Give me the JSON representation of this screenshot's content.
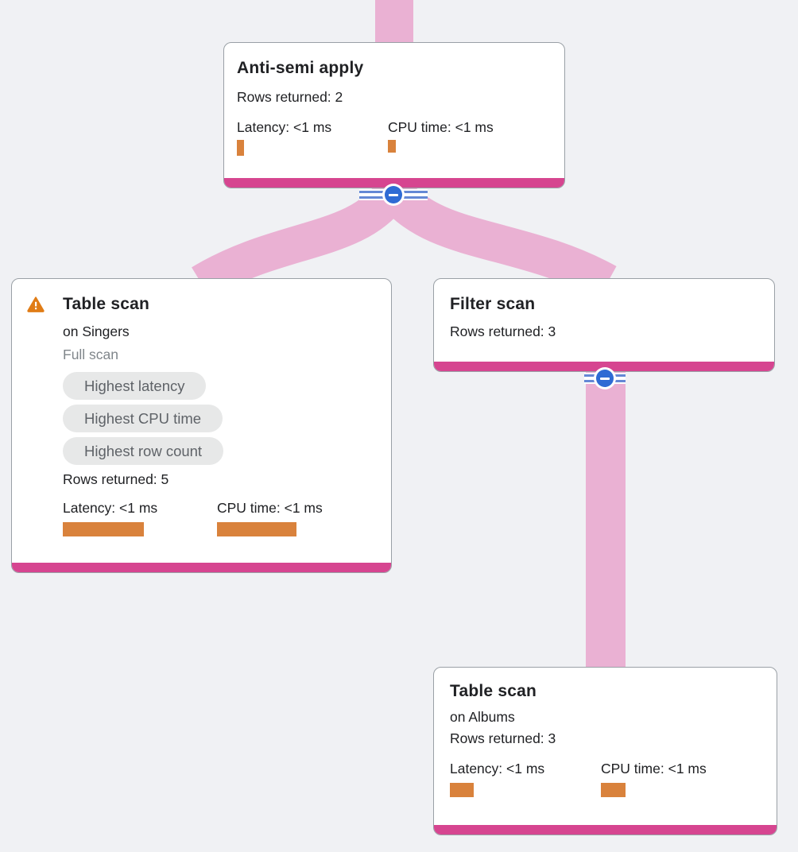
{
  "colors": {
    "background": "#f0f1f4",
    "card_border": "#9aa0a6",
    "edge_pink": "#eab1d3",
    "accent_magenta": "#d64590",
    "bar_orange": "#d9823c",
    "warning_orange": "#e07c16",
    "button_blue": "#2e6bd4",
    "chip_bg": "#e7e8e8",
    "chip_text": "#5f6368",
    "text_primary": "#202124",
    "text_muted": "#80868b"
  },
  "nodes": [
    {
      "title": "Anti-semi apply",
      "rows_label": "Rows returned: 2",
      "latency_label": "Latency: <1 ms",
      "cpu_label": "CPU time: <1 ms"
    },
    {
      "title": "Table scan",
      "subtitle": "on Singers",
      "scan_type": "Full scan",
      "chips": [
        "Highest latency",
        "Highest CPU time",
        "Highest row count"
      ],
      "rows_label": "Rows returned: 5",
      "latency_label": "Latency: <1 ms",
      "cpu_label": "CPU time: <1 ms"
    },
    {
      "title": "Filter scan",
      "rows_label": "Rows returned: 3"
    },
    {
      "title": "Table scan",
      "subtitle": "on Albums",
      "rows_label": "Rows returned: 3",
      "latency_label": "Latency: <1 ms",
      "cpu_label": "CPU time: <1 ms"
    }
  ]
}
